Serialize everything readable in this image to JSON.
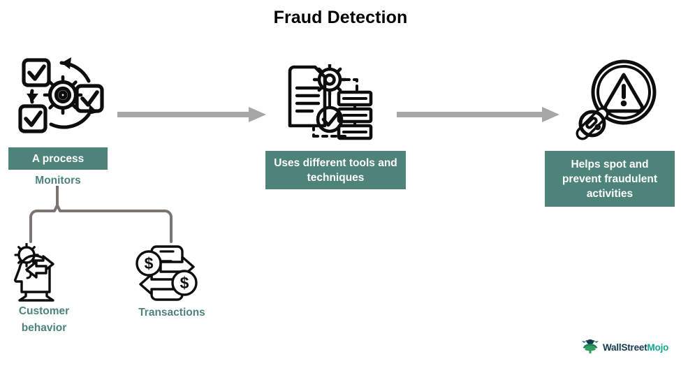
{
  "page": {
    "title": "Fraud Detection",
    "background": "#ffffff"
  },
  "colors": {
    "teal": "#4d8379",
    "arrow_gray": "#a6a6a6",
    "bracket_gray": "#7a7572",
    "icon_black": "#0d0d0d",
    "title_black": "#000000",
    "logo_navy": "#14394f",
    "logo_green": "#17a88c"
  },
  "flow": {
    "steps": [
      {
        "id": "step-1",
        "icon": "process-cycle-icon",
        "box_label": "A process",
        "sub_label": "Monitors"
      },
      {
        "id": "step-2",
        "icon": "document-gear-analysis-icon",
        "box_label": "Uses different tools and techniques",
        "sub_label": ""
      },
      {
        "id": "step-3",
        "icon": "magnifier-warning-icon",
        "box_label": "Helps spot and prevent fraudulent activities",
        "sub_label": ""
      }
    ],
    "arrows": [
      {
        "id": "arrow-1",
        "from": "step-1",
        "to": "step-2",
        "direction": "right"
      },
      {
        "id": "arrow-2",
        "from": "step-2",
        "to": "step-3",
        "direction": "right"
      }
    ]
  },
  "monitored_items": [
    {
      "id": "customer-behavior",
      "icon": "head-gear-thinking-icon",
      "label": "Customer behavior"
    },
    {
      "id": "transactions",
      "icon": "money-transfer-icon",
      "label": "Transactions"
    }
  ],
  "logo": {
    "mark": "bull-mascot-icon",
    "text_primary": "WallStreet",
    "text_secondary": "Mojo"
  }
}
